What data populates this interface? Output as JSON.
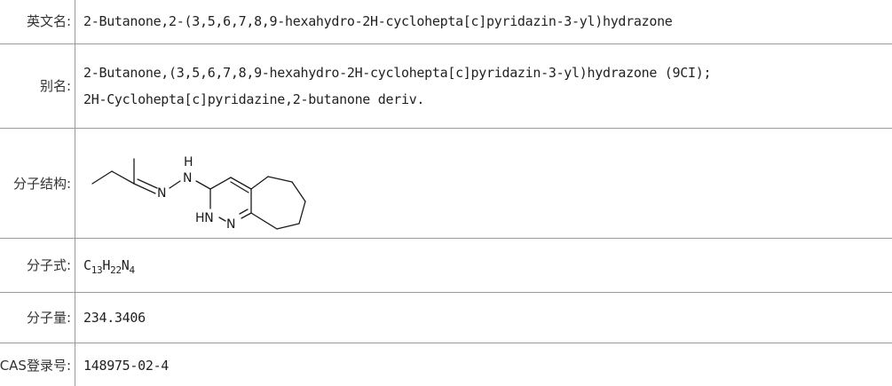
{
  "rows": {
    "english_name": {
      "label": "英文名:",
      "value": "2-Butanone,2-(3,5,6,7,8,9-hexahydro-2H-cyclohepta[c]pyridazin-3-yl)hydrazone"
    },
    "alias": {
      "label": "别名:",
      "values": [
        "2-Butanone,(3,5,6,7,8,9-hexahydro-2H-cyclohepta[c]pyridazin-3-yl)hydrazone (9CI);",
        "2H-Cyclohepta[c]pyridazine,2-butanone deriv."
      ]
    },
    "structure": {
      "label": "分子结构:",
      "atoms": {
        "n1": "N",
        "h": "H",
        "n2": "N",
        "hn": "HN",
        "n3": "N"
      }
    },
    "formula": {
      "label": "分子式:",
      "parts": [
        {
          "el": "C",
          "n": "13"
        },
        {
          "el": "H",
          "n": "22"
        },
        {
          "el": "N",
          "n": "4"
        }
      ]
    },
    "weight": {
      "label": "分子量:",
      "value": "234.3406"
    },
    "cas": {
      "label": "CAS登录号:",
      "value": "148975-02-4"
    }
  }
}
